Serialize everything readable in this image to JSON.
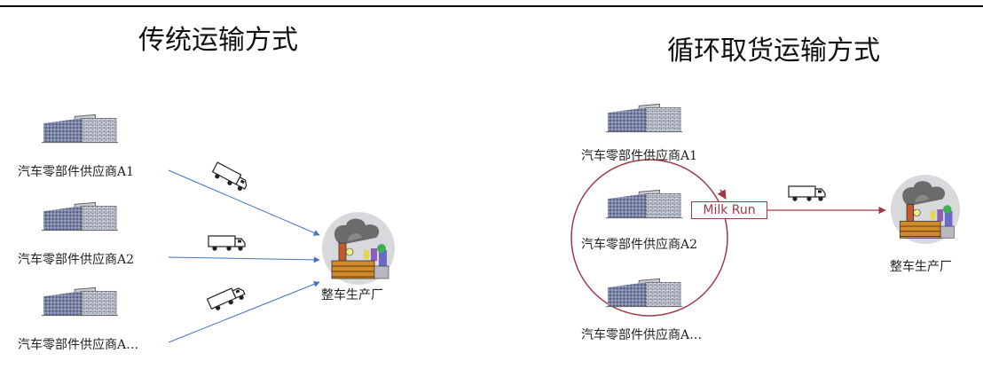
{
  "left": {
    "title": "传统运输方式",
    "suppliers": [
      "汽车零部件供应商A1",
      "汽车零部件供应商A2",
      "汽车零部件供应商A…"
    ],
    "factory_label": "整车生产厂"
  },
  "right": {
    "title": "循环取货运输方式",
    "suppliers": [
      "汽车零部件供应商A1",
      "汽车零部件供应商A2",
      "汽车零部件供应商A…"
    ],
    "milk_run_label": "Milk Run",
    "factory_label": "整车生产厂"
  },
  "colors": {
    "arrow_blue": "#4472c4",
    "milk_run": "#9b3b47"
  },
  "icons": [
    "warehouse-icon",
    "truck-icon",
    "factory-icon"
  ]
}
